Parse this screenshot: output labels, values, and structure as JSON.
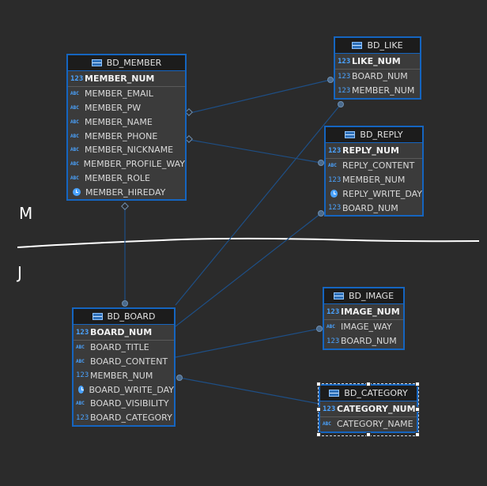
{
  "colors": {
    "background": "#2b2b2b",
    "table_border": "#1565c0",
    "link": "#1e4f86",
    "icon": "#4aa3ff"
  },
  "icons": {
    "table": "table-icon",
    "numeric": "numeric-icon",
    "text": "text-icon",
    "datetime": "clock-icon"
  },
  "annotations": {
    "upper": "M",
    "lower": "J"
  },
  "tables": {
    "member": {
      "name": "BD_MEMBER",
      "pk": {
        "type": "123",
        "name": "MEMBER_NUM"
      },
      "columns": [
        {
          "type": "ABC",
          "name": "MEMBER_EMAIL"
        },
        {
          "type": "ABC",
          "name": "MEMBER_PW"
        },
        {
          "type": "ABC",
          "name": "MEMBER_NAME"
        },
        {
          "type": "ABC",
          "name": "MEMBER_PHONE"
        },
        {
          "type": "ABC",
          "name": "MEMBER_NICKNAME"
        },
        {
          "type": "ABC",
          "name": "MEMBER_PROFILE_WAY"
        },
        {
          "type": "ABC",
          "name": "MEMBER_ROLE"
        },
        {
          "type": "clock",
          "name": "MEMBER_HIREDAY"
        }
      ]
    },
    "like": {
      "name": "BD_LIKE",
      "pk": {
        "type": "123",
        "name": "LIKE_NUM"
      },
      "columns": [
        {
          "type": "123",
          "name": "BOARD_NUM"
        },
        {
          "type": "123",
          "name": "MEMBER_NUM"
        }
      ]
    },
    "reply": {
      "name": "BD_REPLY",
      "pk": {
        "type": "123",
        "name": "REPLY_NUM"
      },
      "columns": [
        {
          "type": "ABC",
          "name": "REPLY_CONTENT"
        },
        {
          "type": "123",
          "name": "MEMBER_NUM"
        },
        {
          "type": "clock",
          "name": "REPLY_WRITE_DAY"
        },
        {
          "type": "123",
          "name": "BOARD_NUM"
        }
      ]
    },
    "board": {
      "name": "BD_BOARD",
      "pk": {
        "type": "123",
        "name": "BOARD_NUM"
      },
      "columns": [
        {
          "type": "ABC",
          "name": "BOARD_TITLE"
        },
        {
          "type": "ABC",
          "name": "BOARD_CONTENT"
        },
        {
          "type": "123",
          "name": "MEMBER_NUM"
        },
        {
          "type": "clock",
          "name": "BOARD_WRITE_DAY"
        },
        {
          "type": "ABC",
          "name": "BOARD_VISIBILITY"
        },
        {
          "type": "123",
          "name": "BOARD_CATEGORY"
        }
      ]
    },
    "image": {
      "name": "BD_IMAGE",
      "pk": {
        "type": "123",
        "name": "IMAGE_NUM"
      },
      "columns": [
        {
          "type": "ABC",
          "name": "IMAGE_WAY"
        },
        {
          "type": "123",
          "name": "BOARD_NUM"
        }
      ]
    },
    "category": {
      "name": "BD_CATEGORY",
      "pk": {
        "type": "123",
        "name": "CATEGORY_NUM"
      },
      "columns": [
        {
          "type": "ABC",
          "name": "CATEGORY_NAME"
        }
      ]
    }
  }
}
